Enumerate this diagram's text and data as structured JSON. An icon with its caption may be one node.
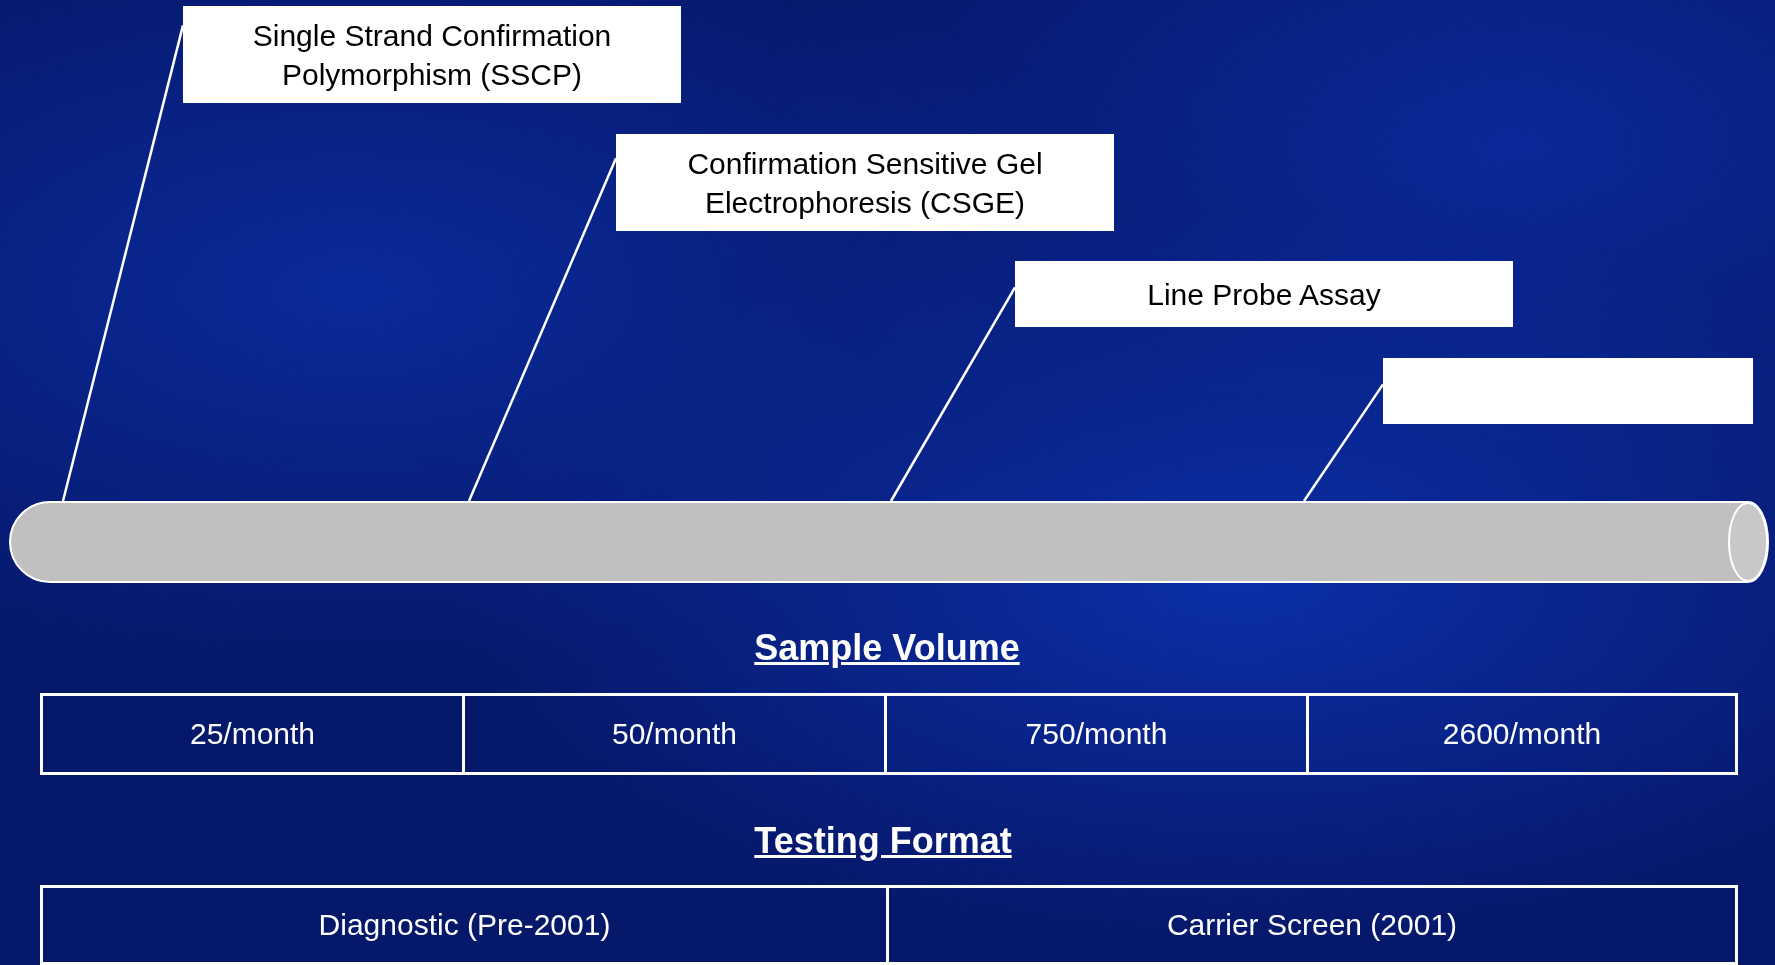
{
  "diagram": {
    "nodes": [
      {
        "text": [
          "Single Strand Confirmation Polymorphism (SSCP)"
        ]
      },
      {
        "text": [
          "Confirmation Sensitive Gel Electrophoresis (CSGE)"
        ]
      },
      {
        "text": [
          "Line Probe Assay"
        ]
      },
      {
        "text": [],
        "shape": "box"
      },
      {
        "text": [],
        "shape": "bar"
      }
    ],
    "edges": [
      {
        "from": 0,
        "to": 4,
        "arrow": "none"
      },
      {
        "from": 1,
        "to": 4,
        "arrow": "none"
      },
      {
        "from": 2,
        "to": 4,
        "arrow": "none"
      },
      {
        "from": 3,
        "to": 4,
        "arrow": "none"
      }
    ],
    "labels": [
      "Sample Volume",
      "25/month",
      "50/month",
      "750/month",
      "2600/month",
      "Testing Format",
      "Diagnostic (Pre-2001)",
      "Carrier Screen (2001)"
    ]
  }
}
